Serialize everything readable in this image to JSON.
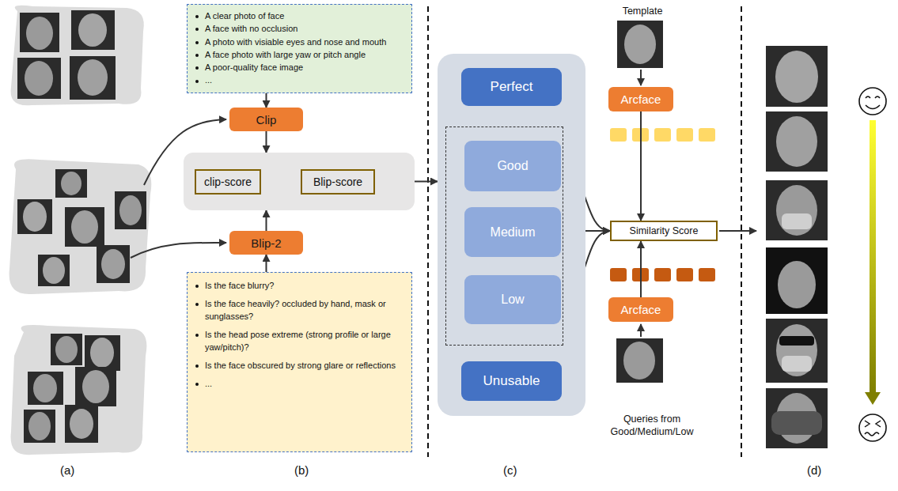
{
  "diagram": {
    "nodes": [
      {
        "text": [
          "A clear photo of face",
          "A face with no occlusion",
          "A photo with visiable eyes and nose and mouth",
          "A face photo with large yaw or pitch angle",
          "A poor-quality face image",
          "..."
        ]
      },
      {
        "text": [
          "Clip"
        ]
      },
      {
        "text": []
      },
      {
        "text": [
          "clip-score"
        ],
        "in": 2
      },
      {
        "text": [
          "Blip-score"
        ],
        "in": 2
      },
      {
        "text": [
          "Blip-2"
        ]
      },
      {
        "text": [
          "Is the face blurry?",
          "Is the face heavily? occluded by hand, mask or sunglasses?",
          "Is the head pose extreme (strong profile or large yaw/pitch)?",
          "Is the face obscured by strong glare or reflections",
          "..."
        ]
      },
      {
        "text": []
      },
      {
        "text": [
          "Perfect"
        ],
        "in": 7
      },
      {
        "text": [],
        "in": 7
      },
      {
        "text": [
          "Good"
        ],
        "in": 9
      },
      {
        "text": [
          "Medium"
        ],
        "in": 9
      },
      {
        "text": [
          "Low"
        ],
        "in": 9
      },
      {
        "text": [
          "Unusable"
        ],
        "in": 7
      },
      {
        "text": [
          "Arcface"
        ]
      },
      {
        "text": [
          "Similarity Score"
        ]
      },
      {
        "text": [
          "Arcface"
        ]
      }
    ],
    "edges": [
      {
        "from": 0,
        "to": 1,
        "arrow": "to"
      },
      {
        "from": 1,
        "to": 2,
        "arrow": "to"
      },
      {
        "from": 5,
        "to": 2,
        "arrow": "to"
      },
      {
        "from": 6,
        "to": 5,
        "arrow": "to"
      },
      {
        "from": 2,
        "to": 7,
        "arrow": "to"
      },
      {
        "from": 10,
        "to": 15,
        "arrow": "to"
      },
      {
        "from": 11,
        "to": 15,
        "arrow": "to"
      },
      {
        "from": 12,
        "to": 15,
        "arrow": "to"
      },
      {
        "from": 14,
        "to": 15,
        "arrow": "to"
      },
      {
        "from": 16,
        "to": 15,
        "arrow": "to"
      }
    ],
    "labels": [
      "(a)",
      "(b)",
      "(c)",
      "(d)",
      "Template",
      "Queries from Good/Medium/Low"
    ]
  }
}
